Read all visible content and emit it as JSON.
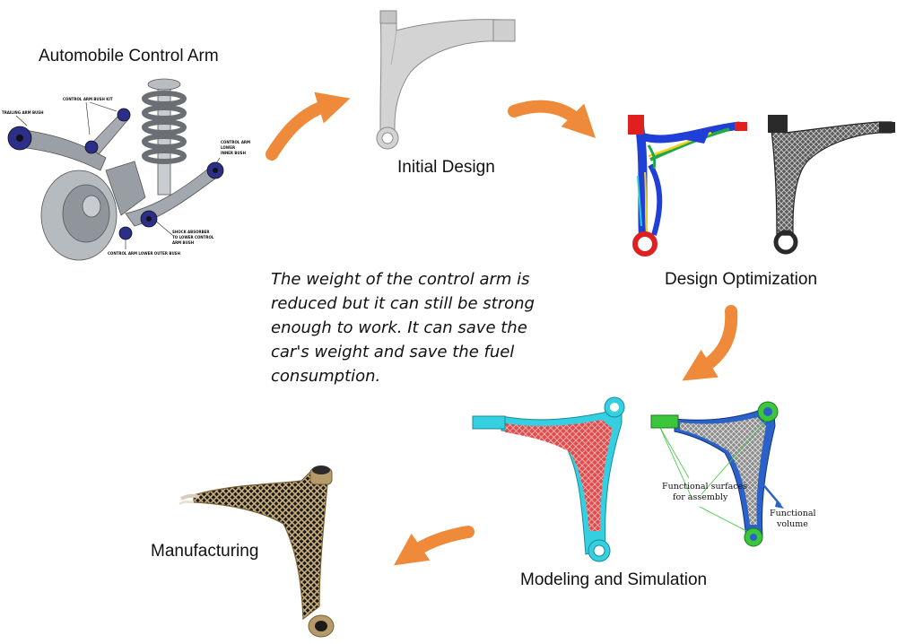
{
  "stages": {
    "automobile_control_arm": "Automobile Control Arm",
    "initial_design": "Initial Design",
    "design_optimization": "Design Optimization",
    "modeling_and_simulation": "Modeling and Simulation",
    "manufacturing": "Manufacturing"
  },
  "description": "The weight of the control arm is reduced but it can still be strong enough to work. It can save the car's weight and save the fuel consumption.",
  "suspension_callouts": {
    "trailing_arm_bush": "TRAILING ARM BUSH",
    "control_arm_bush_kit": "CONTROL ARM BUSH KIT",
    "lower_inner_bush_1": "CONTROL ARM",
    "lower_inner_bush_2": "LOWER",
    "lower_inner_bush_3": "INNER BUSH",
    "shock_absorber_1": "SHOCK ABSORBER",
    "shock_absorber_2": "TO LOWER CONTROL",
    "shock_absorber_3": "ARM BUSH",
    "lower_outer_bush": "CONTROL ARM LOWER OUTER BUSH"
  },
  "model_annotations": {
    "functional_surfaces_line1": "Functional surfaces",
    "functional_surfaces_line2": "for assembly",
    "functional_volume_line1": "Functional",
    "functional_volume_line2": "volume"
  },
  "colors": {
    "arrow": "#ee8a3a",
    "initial_grey": "#d3d3d3",
    "bushing_blue": "#2b2f8a",
    "stress_blue": "#1f3fd6",
    "model_cyan": "#34cfe0",
    "lattice_red": "#e24b4b",
    "model_blue": "#2a62c9",
    "green_surface": "#3cc63c",
    "bronze": "#b59a6a"
  },
  "icons": [
    "curved-arrow-icon"
  ]
}
